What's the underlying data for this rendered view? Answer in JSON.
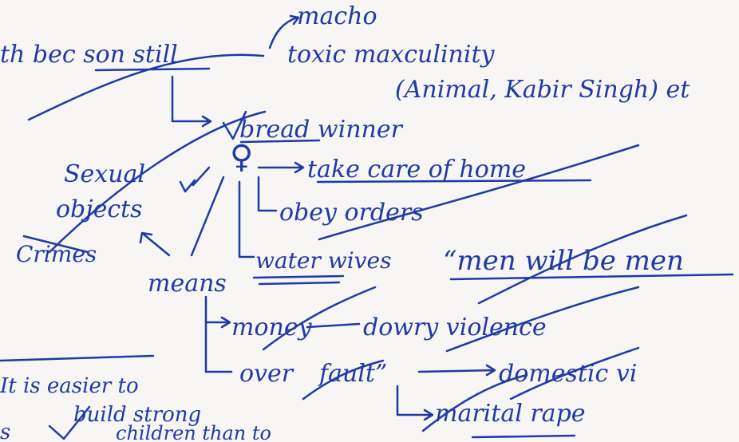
{
  "note": {
    "ink_color": "#1f3aa6",
    "paper_color": "#f7f6f4",
    "lines": {
      "top_left": "th bec son still",
      "macho": "macho",
      "toxic": "toxic maxculinity",
      "animal": "(Animal, Kabir Singh) et",
      "bread": "bread winner",
      "sexual": "Sexual",
      "objects": "objects",
      "take_care": "take care of home",
      "obey": "obey orders",
      "crimes": "Crimes",
      "means": "means",
      "water": "water wives",
      "men_will": "“men will be men",
      "money": "money",
      "dowry": "dowry violence",
      "over": "over",
      "fault": "fault”",
      "domestic": "domestic vi",
      "easier": "It is easier to",
      "build": "build strong",
      "children": "children than to",
      "marital": "marital rape",
      "s_fragment": "s"
    },
    "symbols": {
      "female": "♀",
      "check": "✓"
    }
  }
}
